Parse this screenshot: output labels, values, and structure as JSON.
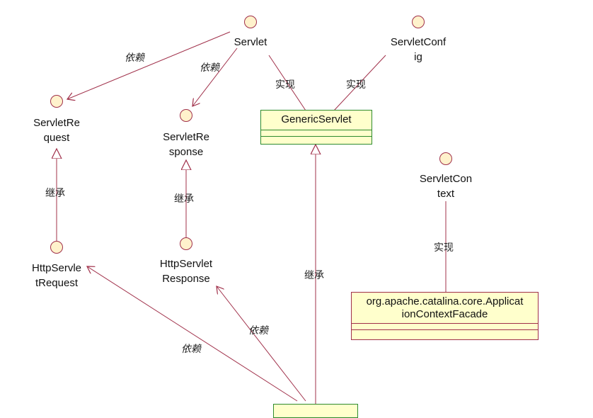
{
  "interfaces": {
    "servlet": "Servlet",
    "servlet_config": [
      "ServletConf",
      "ig"
    ],
    "servlet_request": [
      "ServletRe",
      "quest"
    ],
    "servlet_response": [
      "ServletRe",
      "sponse"
    ],
    "servlet_context": [
      "ServletCon",
      "text"
    ],
    "http_servlet_request": [
      "HttpServle",
      "tRequest"
    ],
    "http_servlet_response": [
      "HttpServlet",
      "Response"
    ]
  },
  "classes": {
    "generic_servlet": "GenericServlet",
    "context_facade": [
      "org.apache.catalina.core.Applicat",
      "ionContextFacade"
    ]
  },
  "edge_labels": {
    "depends": "依赖",
    "implements": "实现",
    "inherits": "继承"
  },
  "colors": {
    "edge": "#a0304a",
    "interface_fill": "#fff2cc",
    "class_fill": "#ffffcc",
    "class_border": "#a0304a",
    "class_border_green": "#2e8b2e"
  }
}
